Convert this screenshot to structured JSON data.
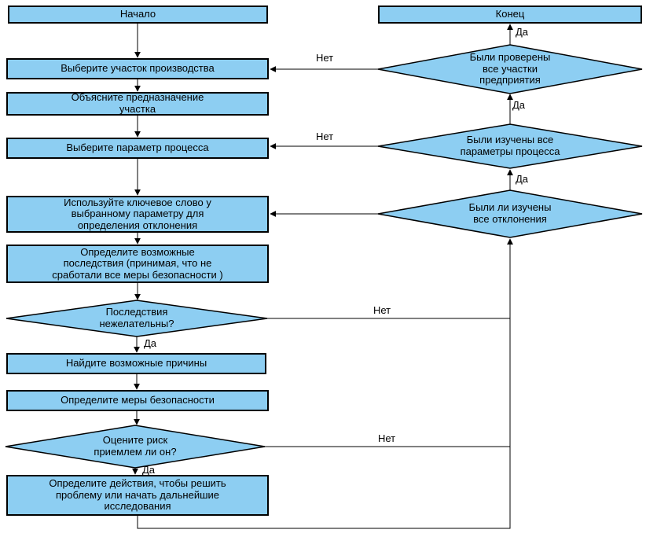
{
  "nodes": {
    "start": {
      "label": "Начало"
    },
    "end": {
      "label": "Конец"
    },
    "select_area": {
      "label": "Выберите участок производства"
    },
    "explain_area": {
      "label": "Объясните предназначение\nучастка"
    },
    "select_param": {
      "label": "Выберите параметр процесса"
    },
    "keyword": {
      "label": "Используйте ключевое слово у\nвыбранному параметру для\nопределения отклонения"
    },
    "consequences": {
      "label": "Определите возможные\nпоследствия (принимая, что не\nсработали все меры безопасности )"
    },
    "undesirable": {
      "label": "Последствия\nнежелательны?"
    },
    "causes": {
      "label": "Найдите возможные причины"
    },
    "safety": {
      "label": "Определите меры безопасности"
    },
    "risk": {
      "label": "Оцените риск\nприемлем ли он?"
    },
    "actions": {
      "label": "Определите действия, чтобы решить\nпроблему или начать дальнейшие\nисследования"
    },
    "checked_areas": {
      "label": "Были проверены\nвсе участки\nпредприятия"
    },
    "studied_params": {
      "label": "Были изучены все\nпараметры процесса"
    },
    "studied_deviations": {
      "label": "Были ли изучены\nвсе отклонения"
    }
  },
  "edge_labels": {
    "yes": "Да",
    "no": "Нет"
  },
  "colors": {
    "node_fill": "#8DCEF2",
    "node_border": "#000000",
    "line": "#000000",
    "background": "#FFFFFF",
    "text": "#000000"
  }
}
